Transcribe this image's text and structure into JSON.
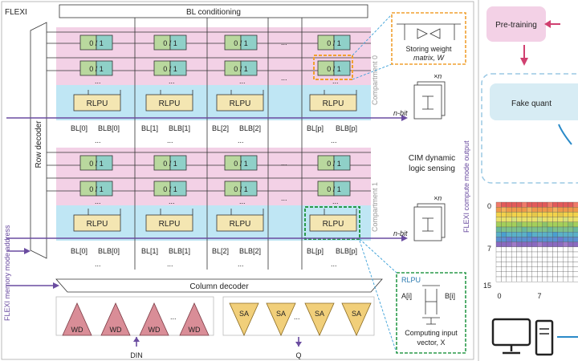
{
  "labels": {
    "flexi": "FLEXI",
    "bl_conditioning": "BL conditioning",
    "row_decoder": "Row decoder",
    "column_decoder": "Column decoder",
    "cell_text": "0 / 1",
    "rlpu": "RLPU",
    "ellipsis": "...",
    "compartment0": "Compartment 0",
    "compartment1": "Compartment 1",
    "nbit": "n-bit",
    "xn": "×n",
    "storing_weight_1": "Storing weight",
    "storing_weight_2": "matrix, W",
    "cim_dynamic_1": "CIM dynamic",
    "cim_dynamic_2": "logic sensing",
    "compute_mode_output": "FLEXI compute mode output",
    "memory_mode_address": "FLEXI memory mode address",
    "wd": "WD",
    "sa": "SA",
    "din": "DIN",
    "q": "Q",
    "rlpu_detail": "RLPU",
    "ai": "A[i]",
    "bi": "B[i]",
    "computing_input_1": "Computing input",
    "computing_input_2": "vector, X",
    "pre_training": "Pre-training",
    "fake_quant": "Fake quant"
  },
  "bitlines": [
    [
      "BL[0]",
      "BLB[0]"
    ],
    [
      "BL[1]",
      "BLB[1]"
    ],
    [
      "BL[2]",
      "BLB[2]"
    ],
    [
      "BL[p]",
      "BLB[p]"
    ]
  ],
  "heatmap": {
    "y_ticks": [
      "0",
      "7",
      "15"
    ],
    "x_ticks": [
      "0",
      "7"
    ]
  },
  "colors": {
    "compartment_pink": "#f3d1e6",
    "compute_cyan": "#bfe6f4",
    "purple_bus": "#6a4ca0",
    "orange_highlight": "#f0a030",
    "green_highlight": "#2a9a4a"
  }
}
